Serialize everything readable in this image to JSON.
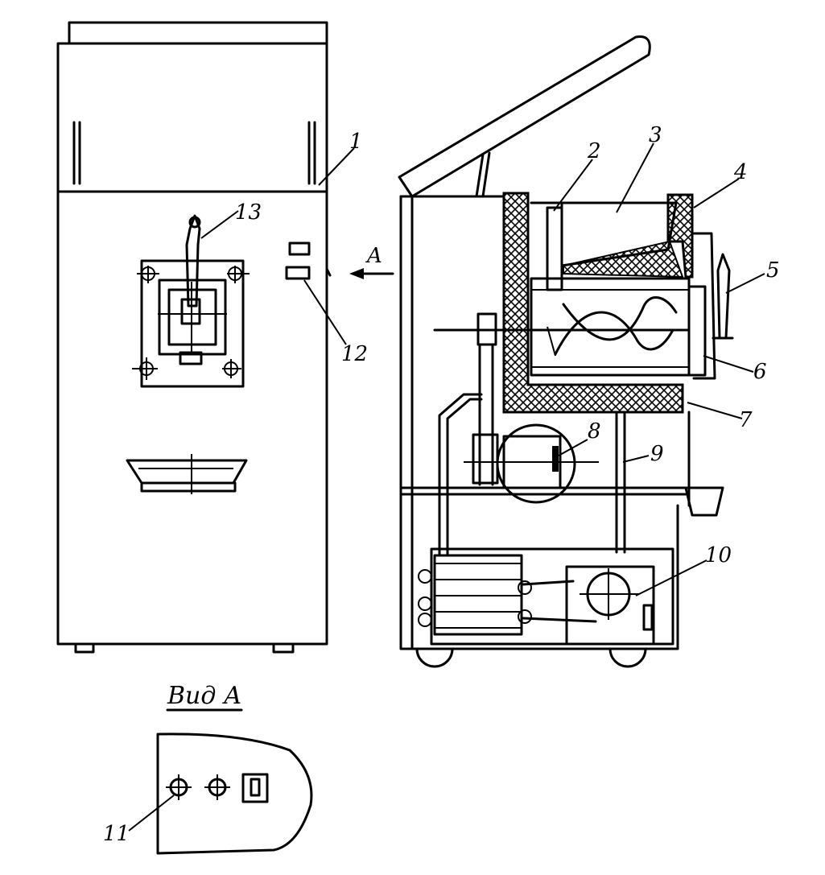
{
  "labels": {
    "n1": "1",
    "n2": "2",
    "n3": "3",
    "n4": "4",
    "n5": "5",
    "n6": "6",
    "n7": "7",
    "n8": "8",
    "n9": "9",
    "n10": "10",
    "n11": "11",
    "n12": "12",
    "n13": "13"
  },
  "view_arrow_label": "A",
  "view_title": "Вид А"
}
